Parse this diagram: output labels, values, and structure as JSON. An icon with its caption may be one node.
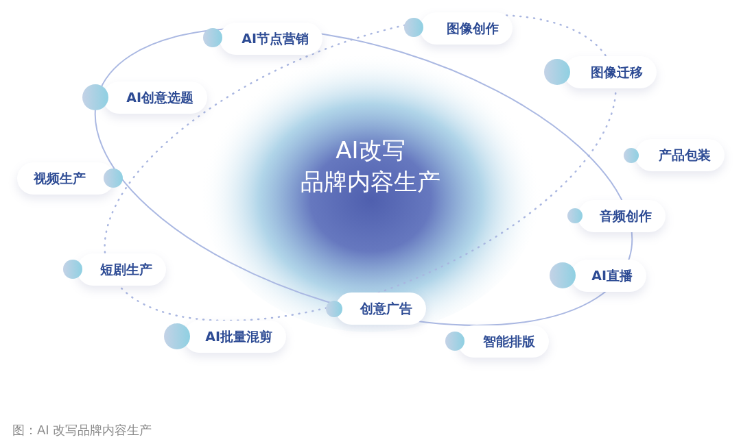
{
  "diagram": {
    "caption": "图：AI 改写品牌内容生产",
    "nodes": [
      {
        "text": [
          "AI改写",
          "品牌内容生产"
        ]
      },
      {
        "text": [
          "图像创作"
        ]
      },
      {
        "text": [
          "AI节点营销"
        ]
      },
      {
        "text": [
          "图像迁移"
        ]
      },
      {
        "text": [
          "AI创意选题"
        ]
      },
      {
        "text": [
          "产品包装"
        ]
      },
      {
        "text": [
          "视频生产"
        ]
      },
      {
        "text": [
          "音频创作"
        ]
      },
      {
        "text": [
          "短剧生产"
        ]
      },
      {
        "text": [
          "AI直播"
        ]
      },
      {
        "text": [
          "创意广告"
        ]
      },
      {
        "text": [
          "AI批量混剪"
        ]
      },
      {
        "text": [
          "智能排版"
        ]
      }
    ],
    "edges": []
  }
}
